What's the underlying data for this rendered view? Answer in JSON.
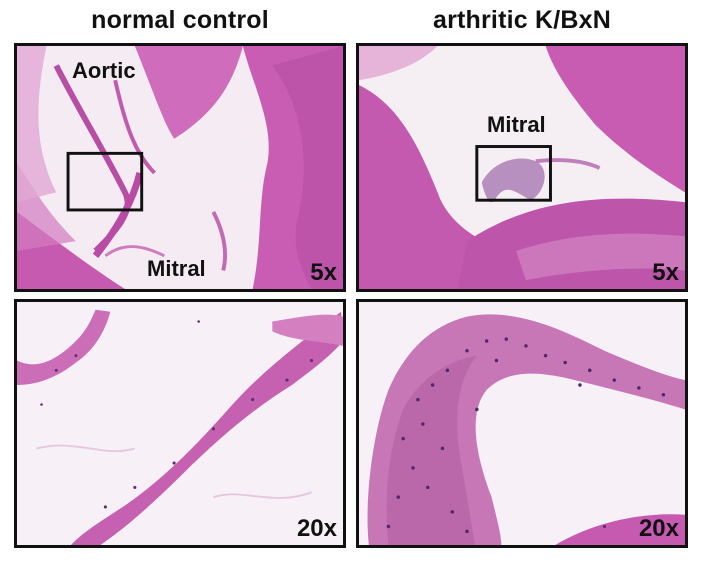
{
  "columns": {
    "left_title": "normal control",
    "right_title": "arthritic K/BxN"
  },
  "panels": {
    "top_left": {
      "magnification": "5x",
      "labels": {
        "aortic": "Aortic",
        "mitral": "Mitral"
      }
    },
    "top_right": {
      "magnification": "5x",
      "labels": {
        "mitral": "Mitral"
      }
    },
    "bottom_left": {
      "magnification": "20x"
    },
    "bottom_right": {
      "magnification": "20x"
    }
  },
  "colors": {
    "tissue_pink": "#c65ab0",
    "tissue_light": "#e9b7dc",
    "background_pale": "#f6eef5",
    "nuclei_purple": "#5a2f7a",
    "border": "#111111"
  }
}
